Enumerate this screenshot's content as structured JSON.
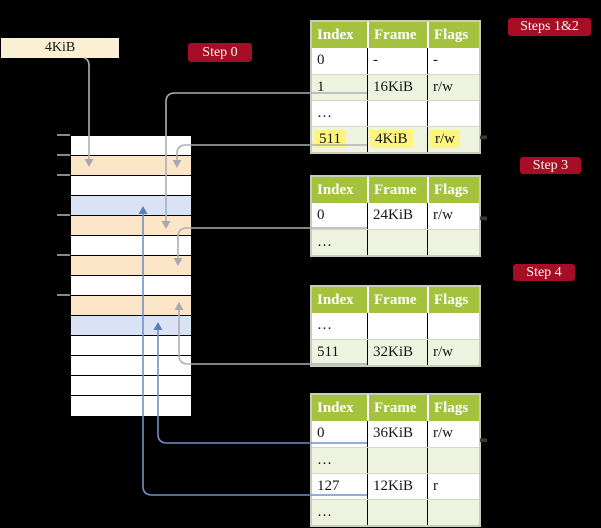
{
  "colors": {
    "background": "#000000",
    "badge_crimson": "#a60e26",
    "table_header_green": "#a4c23e",
    "table_row_green": "#eef3df",
    "memory_peach": "#fce4c6",
    "memory_blue": "#d9e3f5",
    "frame_box_cream": "#fbf0d3",
    "highlight_yellow": "#fdf57e",
    "gray_arrow": "#aeaeb5",
    "blue_arrow": "#7190c6"
  },
  "frame_box": {
    "label": "4KiB"
  },
  "badges": [
    {
      "id": "step-0",
      "label": "Step 0"
    },
    {
      "id": "steps-1-2",
      "label": "Steps 1&2"
    },
    {
      "id": "step-3",
      "label": "Step 3"
    },
    {
      "id": "step-4",
      "label": "Step 4"
    }
  ],
  "memory": {
    "rows": [
      "white",
      "peach",
      "white",
      "blue",
      "peach",
      "white",
      "peach",
      "white",
      "peach",
      "blue",
      "white",
      "white",
      "white",
      "white"
    ],
    "tick_count": 6
  },
  "tables": [
    {
      "name": "page-table-1",
      "headers": [
        "Index",
        "Frame",
        "Flags"
      ],
      "rows": [
        {
          "index": "0",
          "frame": "-",
          "flags": "-",
          "shaded": false,
          "highlight": false
        },
        {
          "index": "1",
          "frame": "16KiB",
          "flags": "r/w",
          "shaded": true,
          "highlight": false
        },
        {
          "index": "…",
          "frame": "",
          "flags": "",
          "shaded": false,
          "highlight": false
        },
        {
          "index": "511",
          "frame": "4KiB",
          "flags": "r/w",
          "shaded": true,
          "highlight": true
        }
      ]
    },
    {
      "name": "page-table-2",
      "headers": [
        "Index",
        "Frame",
        "Flags"
      ],
      "rows": [
        {
          "index": "0",
          "frame": "24KiB",
          "flags": "r/w",
          "shaded": false,
          "highlight": false
        },
        {
          "index": "…",
          "frame": "",
          "flags": "",
          "shaded": true,
          "highlight": false
        }
      ]
    },
    {
      "name": "page-table-3",
      "headers": [
        "Index",
        "Frame",
        "Flags"
      ],
      "rows": [
        {
          "index": "…",
          "frame": "",
          "flags": "",
          "shaded": false,
          "highlight": false
        },
        {
          "index": "511",
          "frame": "32KiB",
          "flags": "r/w",
          "shaded": true,
          "highlight": false
        }
      ]
    },
    {
      "name": "page-table-4",
      "headers": [
        "Index",
        "Frame",
        "Flags"
      ],
      "rows": [
        {
          "index": "0",
          "frame": "36KiB",
          "flags": "r/w",
          "shaded": false,
          "highlight": false
        },
        {
          "index": "…",
          "frame": "",
          "flags": "",
          "shaded": true,
          "highlight": false
        },
        {
          "index": "127",
          "frame": "12KiB",
          "flags": "r",
          "shaded": false,
          "highlight": false
        },
        {
          "index": "…",
          "frame": "",
          "flags": "",
          "shaded": true,
          "highlight": false
        }
      ]
    }
  ]
}
